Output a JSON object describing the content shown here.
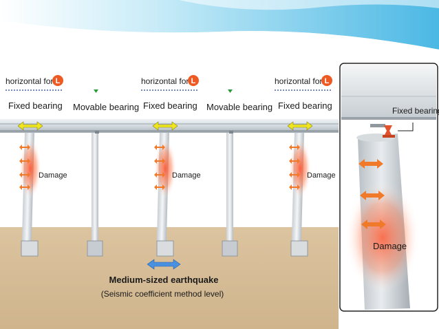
{
  "labels": {
    "horizontal_force": "horizontal force",
    "force_badge": "L",
    "fixed_bearing": "Fixed bearing",
    "movable_bearing": "Movable bearing",
    "damage": "Damage",
    "earthquake_title": "Medium-sized earthquake",
    "earthquake_subtitle": "(Seismic coefficient method level)"
  },
  "colors": {
    "sky_top": "#5fc3ea",
    "ground": "#d8bf9a",
    "deck": "#d3dbe0",
    "pier": "#e3e8ec",
    "force_arrow": "#f0e620",
    "damage_arrow": "#f07a2a",
    "damage_glow": "#ff5a30",
    "quake_arrow": "#4a90e0",
    "dotted_line": "#1b3a8a",
    "badge": "#ee5a24",
    "movable_marker": "#2a9a3a"
  }
}
